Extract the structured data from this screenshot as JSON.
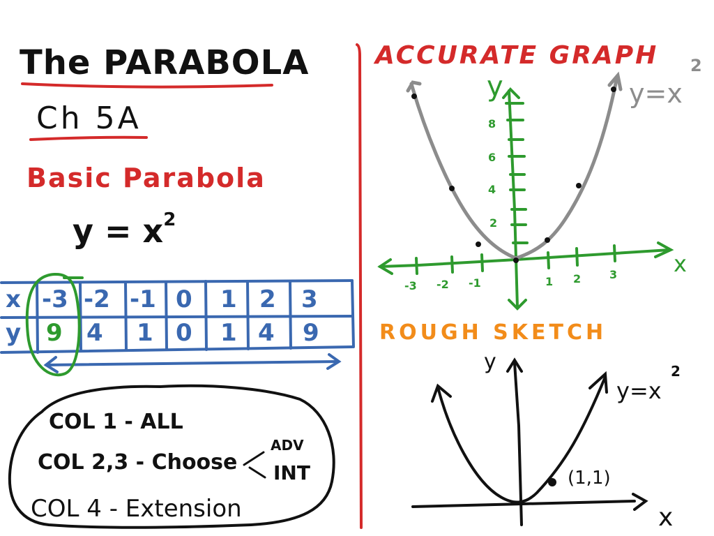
{
  "colors": {
    "ink": "#111111",
    "red": "#d42a2a",
    "blue": "#3a68b0",
    "green": "#2e9a2e",
    "gray": "#8c8c8c",
    "orange": "#f28c1a"
  },
  "left": {
    "title": "The PARABOLA",
    "chapter": "Ch 5A",
    "subtitle": "Basic Parabola",
    "equation_base": "y = x",
    "equation_exp": "2",
    "table": {
      "x_label": "x",
      "y_label": "y",
      "x_values": [
        "-3",
        "-2",
        "-1",
        "0",
        "1",
        "2",
        "3"
      ],
      "y_values": [
        "9",
        "4",
        "1",
        "0",
        "1",
        "4",
        "9"
      ]
    },
    "notes": {
      "line1": "COL 1 - ALL",
      "line2": "COL 2,3 - Choose",
      "branch_top": "ADV",
      "branch_bottom": "INT",
      "line3": "COL 4 - Extension"
    }
  },
  "right": {
    "accurate_title": "ACCURATE GRAPH",
    "accurate_curve_label": "y=x",
    "accurate_curve_exp": "2",
    "axis_y": "y",
    "axis_x": "x",
    "y_ticks": [
      "2",
      "4",
      "6",
      "8"
    ],
    "x_ticks": [
      "-3",
      "-2",
      "-1",
      "1",
      "2",
      "3"
    ],
    "rough_title": "ROUGH SKETCH",
    "rough_curve_label": "y=x",
    "rough_curve_exp": "2",
    "rough_point_label": "(1,1)",
    "rough_axis_y": "y",
    "rough_axis_x": "x"
  },
  "chart_data": {
    "type": "line",
    "title": "ACCURATE GRAPH",
    "xlabel": "x",
    "ylabel": "y",
    "x": [
      -3,
      -2,
      -1,
      0,
      1,
      2,
      3
    ],
    "series": [
      {
        "name": "y=x^2",
        "values": [
          9,
          4,
          1,
          0,
          1,
          4,
          9
        ]
      }
    ],
    "xlim": [
      -3.5,
      4
    ],
    "ylim": [
      -1.5,
      10
    ],
    "grid": false
  }
}
